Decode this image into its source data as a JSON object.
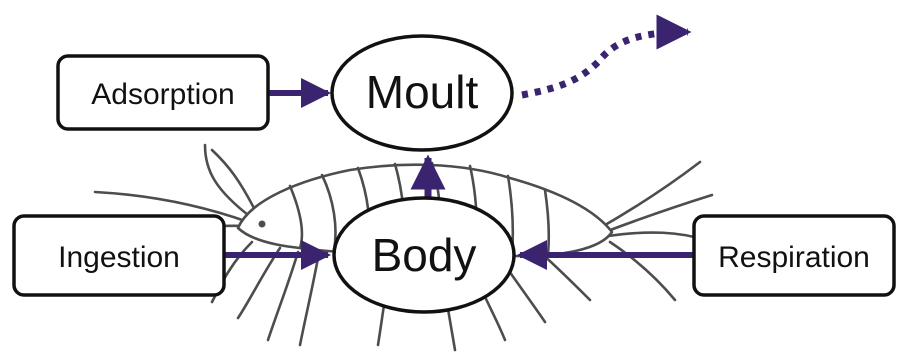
{
  "diagram": {
    "nodes": {
      "moult": {
        "label": "Moult"
      },
      "body": {
        "label": "Body"
      },
      "adsorption": {
        "label": "Adsorption"
      },
      "ingestion": {
        "label": "Ingestion"
      },
      "respiration": {
        "label": "Respiration"
      }
    },
    "edges": [
      {
        "from": "adsorption",
        "to": "moult",
        "style": "solid"
      },
      {
        "from": "ingestion",
        "to": "body",
        "style": "solid"
      },
      {
        "from": "respiration",
        "to": "body",
        "style": "solid"
      },
      {
        "from": "body",
        "to": "moult",
        "style": "solid"
      },
      {
        "from": "moult",
        "to": "out",
        "style": "dotted"
      }
    ],
    "colors": {
      "arrow": "#3a2470",
      "outline": "#111111",
      "animal": "#4d4d4d"
    },
    "illustration": "amphipod-crustacean"
  }
}
